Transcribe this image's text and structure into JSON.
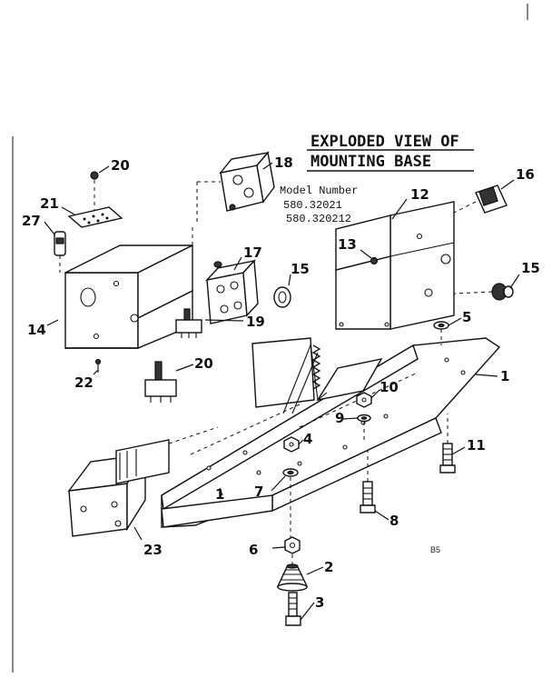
{
  "title": {
    "line1": "EXPLODED VIEW OF",
    "line2": "MOUNTING BASE"
  },
  "model": {
    "label": "Model Number",
    "numbers": [
      "580.32021",
      "580.320212"
    ]
  },
  "page_ref": "B5",
  "callouts": [
    {
      "id": "c1a",
      "text": "1"
    },
    {
      "id": "c1b",
      "text": "1"
    },
    {
      "id": "c2",
      "text": "2"
    },
    {
      "id": "c3",
      "text": "3"
    },
    {
      "id": "c4",
      "text": "4"
    },
    {
      "id": "c5",
      "text": "5"
    },
    {
      "id": "c6",
      "text": "6"
    },
    {
      "id": "c7",
      "text": "7"
    },
    {
      "id": "c8",
      "text": "8"
    },
    {
      "id": "c9",
      "text": "9"
    },
    {
      "id": "c10",
      "text": "10"
    },
    {
      "id": "c11",
      "text": "11"
    },
    {
      "id": "c12",
      "text": "12"
    },
    {
      "id": "c13",
      "text": "13"
    },
    {
      "id": "c14",
      "text": "14"
    },
    {
      "id": "c15a",
      "text": "15"
    },
    {
      "id": "c15b",
      "text": "15"
    },
    {
      "id": "c16",
      "text": "16"
    },
    {
      "id": "c17",
      "text": "17"
    },
    {
      "id": "c18",
      "text": "18"
    },
    {
      "id": "c19",
      "text": "19"
    },
    {
      "id": "c20a",
      "text": "20"
    },
    {
      "id": "c20b",
      "text": "20"
    },
    {
      "id": "c21",
      "text": "21"
    },
    {
      "id": "c22",
      "text": "22"
    },
    {
      "id": "c23",
      "text": "23"
    },
    {
      "id": "c27",
      "text": "27"
    }
  ]
}
